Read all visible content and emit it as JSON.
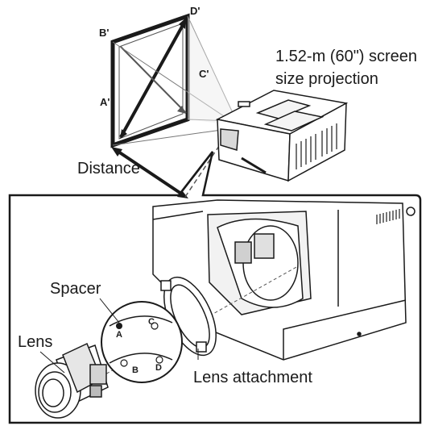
{
  "corner_labels": {
    "a": "A'",
    "b": "B'",
    "c": "C'",
    "d": "D'"
  },
  "screen_caption": {
    "line1": "1.52-m (60\") screen",
    "line2": "size projection"
  },
  "distance_label": "Distance",
  "inset": {
    "spacer_label": "Spacer",
    "lens_label": "Lens",
    "lens_attachment_label": "Lens attachment",
    "hole_labels": {
      "a": "A",
      "b": "B",
      "c": "C",
      "d": "D"
    }
  }
}
